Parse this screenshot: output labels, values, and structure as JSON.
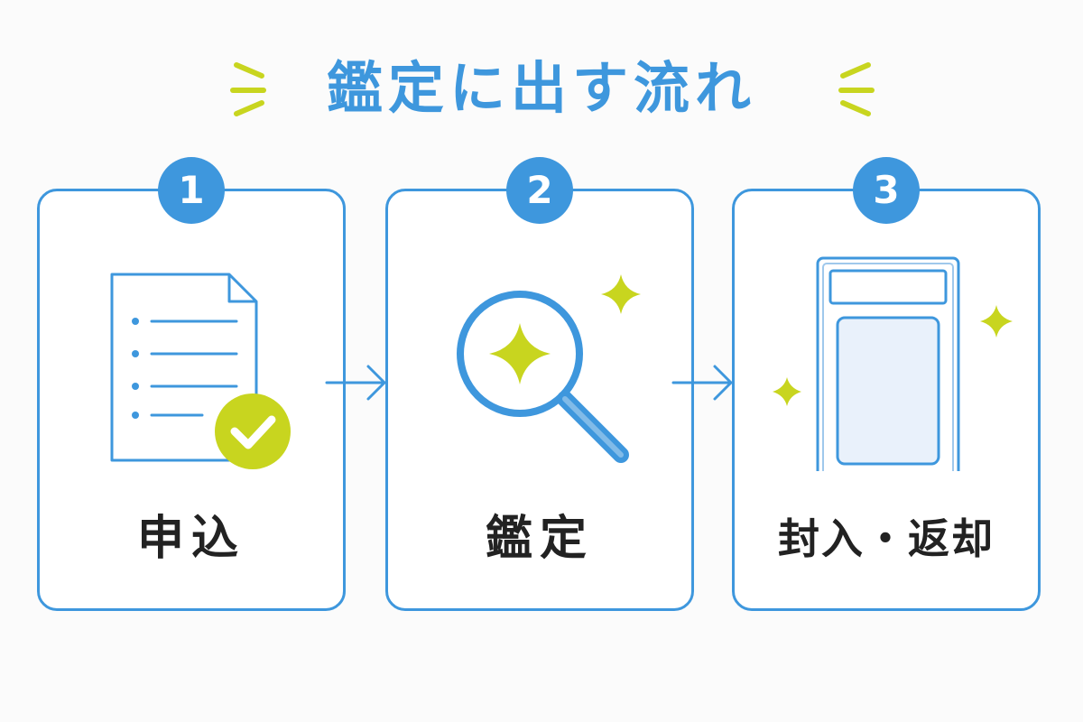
{
  "title": "鑑定に出す流れ",
  "colors": {
    "accent": "#3e97dd",
    "highlight": "#c8d51f",
    "text": "#222222",
    "card_fill": "#e9f1fb"
  },
  "steps": [
    {
      "number": "1",
      "label": "申込",
      "icon": "document-check-icon"
    },
    {
      "number": "2",
      "label": "鑑定",
      "icon": "magnifier-sparkle-icon"
    },
    {
      "number": "3",
      "label": "封入・返却",
      "icon": "graded-card-slab-icon"
    }
  ]
}
